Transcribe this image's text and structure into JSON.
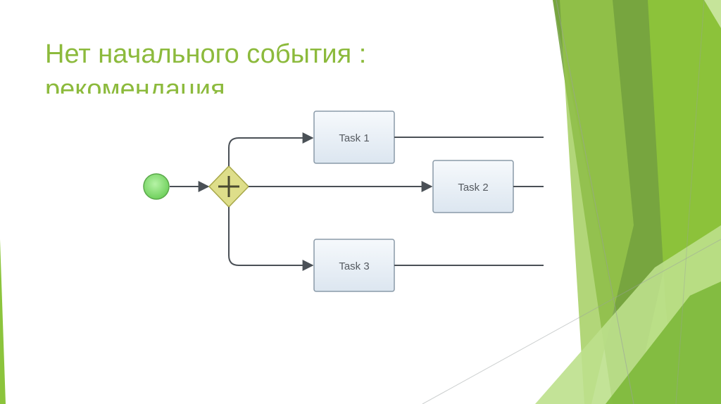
{
  "slide": {
    "title_line1": "Нет начального события :",
    "title_line2": "рекомендация"
  },
  "diagram": {
    "tasks": [
      {
        "id": "task1",
        "label": "Task 1"
      },
      {
        "id": "task2",
        "label": "Task 2"
      },
      {
        "id": "task3",
        "label": "Task 3"
      }
    ],
    "start_event": {
      "shape": "circle",
      "color": "#8ee07a"
    },
    "gateway": {
      "shape": "diamond-plus",
      "type": "parallel",
      "color": "#dede8a"
    }
  },
  "theme": {
    "title_color": "#8cba3c",
    "accent_green_light": "#bfe08a",
    "accent_green_mid": "#8fc23c",
    "accent_green_dark": "#5f9a2a"
  }
}
